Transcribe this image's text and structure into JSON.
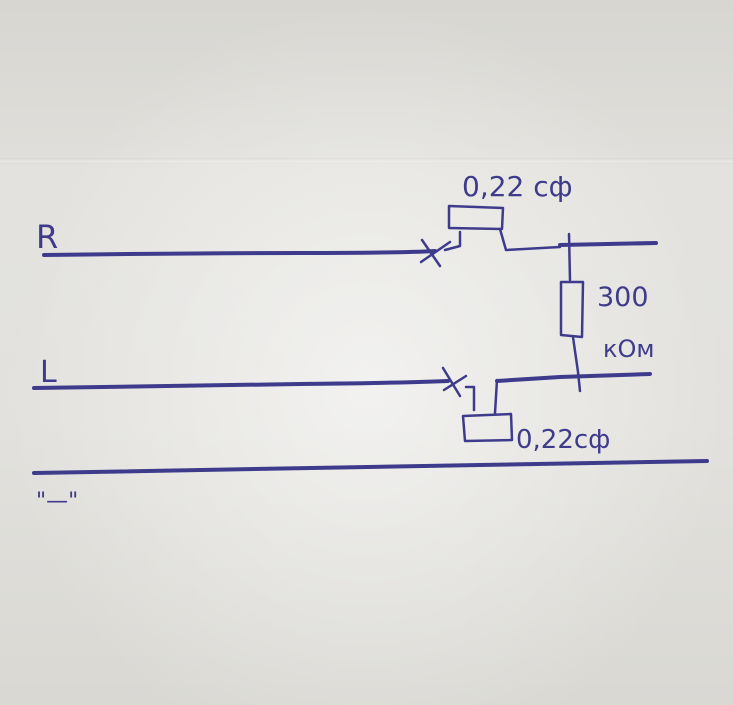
{
  "labels": {
    "r_line": "R",
    "l_line": "L",
    "common_mark": "\"—\"",
    "cap_top": "0,22 cф",
    "cap_bottom": "0,22cф",
    "resistor_value": "300",
    "resistor_unit": "кОм"
  },
  "colors": {
    "ink": "#3f3b8c",
    "paper": "#e2e1dd"
  }
}
